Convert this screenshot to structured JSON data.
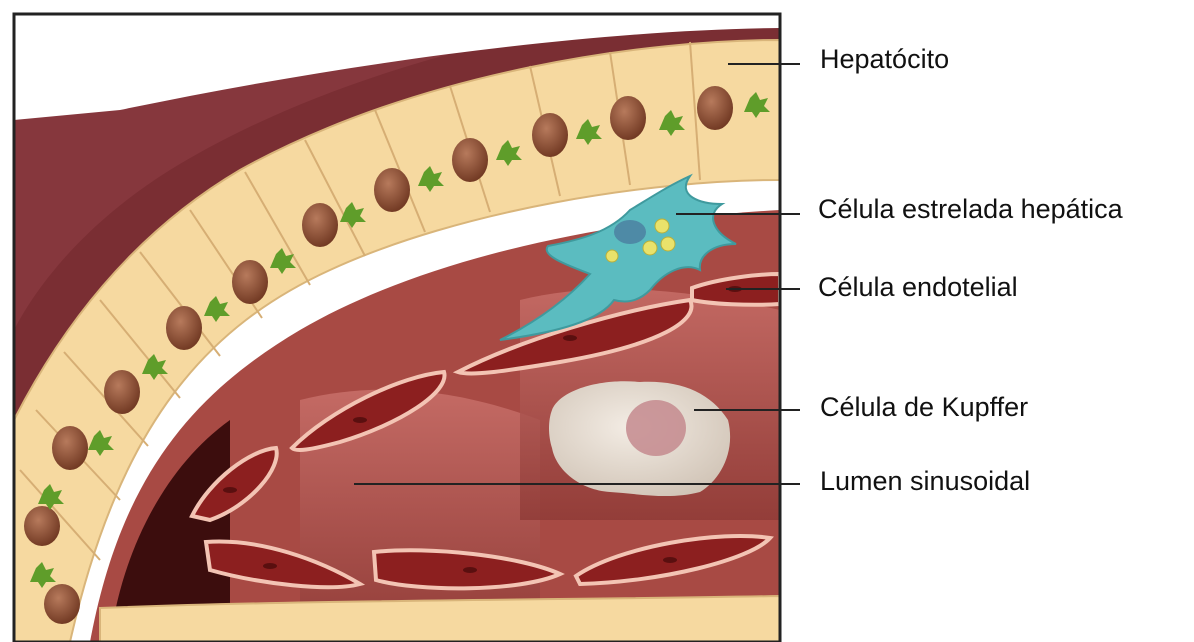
{
  "labels": {
    "hepatocyte": "Hepatócito",
    "stellate_cell": "Célula estrelada hepática",
    "endothelial_cell": "Célula endotelial",
    "kupffer_cell": "Célula de Kupffer",
    "sinusoidal_lumen": "Lumen sinusoidal"
  },
  "colors": {
    "tissue": "#7a2e33",
    "hepatocyte": "#f6d9a0",
    "nucleus": "#8a4a30",
    "bile_canaliculus": "#5f9d2a",
    "stellate": "#5bbcc0",
    "endothelial": "#8c1f1f",
    "endothelial_rim": "#f3c4b4",
    "kupffer": "#e7ded4",
    "lumen": "#a84a44"
  }
}
